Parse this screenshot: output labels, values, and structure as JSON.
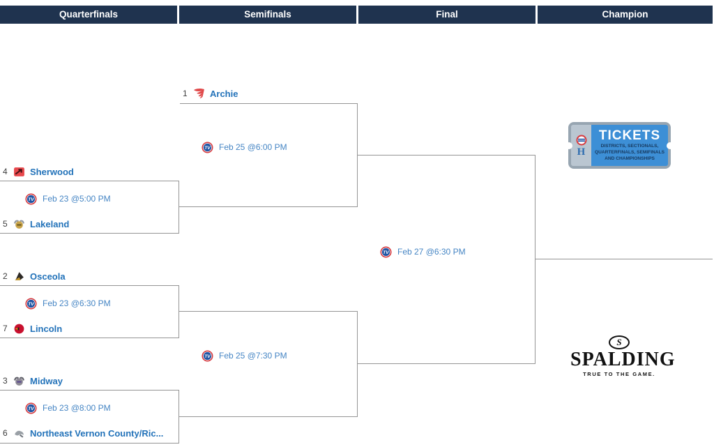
{
  "header": {
    "columns": [
      "Quarterfinals",
      "Semifinals",
      "Final",
      "Champion"
    ]
  },
  "teams": {
    "archie": {
      "seed": "1",
      "name": "Archie"
    },
    "sherwood": {
      "seed": "4",
      "name": "Sherwood"
    },
    "lakeland": {
      "seed": "5",
      "name": "Lakeland"
    },
    "osceola": {
      "seed": "2",
      "name": "Osceola"
    },
    "lincoln": {
      "seed": "7",
      "name": "Lincoln"
    },
    "midway": {
      "seed": "3",
      "name": "Midway"
    },
    "nevc": {
      "seed": "6",
      "name": "Northeast Vernon County/Ric..."
    }
  },
  "games": {
    "qf1": {
      "time": "Feb 23 @5:00 PM"
    },
    "qf2": {
      "time": "Feb 23 @6:30 PM"
    },
    "qf3": {
      "time": "Feb 23 @8:00 PM"
    },
    "sf1": {
      "time": "Feb 25 @6:00 PM"
    },
    "sf2": {
      "time": "Feb 25 @7:30 PM"
    },
    "final": {
      "time": "Feb 27 @6:30 PM"
    }
  },
  "tickets": {
    "title": "TICKETS",
    "line1": "DISTRICTS, SECTIONALS,",
    "line2": "QUARTERFINALS, SEMIFINALS",
    "line3": "AND CHAMPIONSHIPS",
    "h_mark": "H"
  },
  "sponsor": {
    "mark": "S",
    "name": "SPALDING",
    "tagline": "TRUE TO THE GAME."
  },
  "colors": {
    "header_bg": "#1f334f",
    "bracket_line": "#949494",
    "team_link": "#2272b9",
    "time_link": "#4585c4",
    "tv_red": "#d6383d",
    "tv_blue": "#2156a5",
    "ticket_blue": "#3d8fd6"
  }
}
